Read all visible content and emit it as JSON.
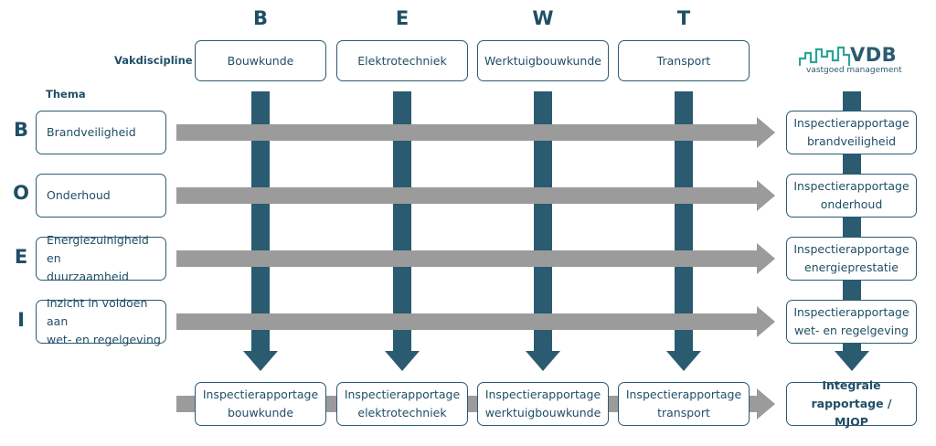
{
  "columns": [
    {
      "letter": "B",
      "discipline": "Bouwkunde",
      "report_line1": "Inspectierapportage",
      "report_line2": "bouwkunde"
    },
    {
      "letter": "E",
      "discipline": "Elektrotechniek",
      "report_line1": "Inspectierapportage",
      "report_line2": "elektrotechniek"
    },
    {
      "letter": "W",
      "discipline": "Werktuigbouwkunde",
      "report_line1": "Inspectierapportage",
      "report_line2": "werktuigbouwkunde"
    },
    {
      "letter": "T",
      "discipline": "Transport",
      "report_line1": "Inspectierapportage",
      "report_line2": "transport"
    }
  ],
  "rows": [
    {
      "letter": "B",
      "theme_line1": "Brandveiligheid",
      "theme_line2": "",
      "report_line1": "Inspectierapportage",
      "report_line2": "brandveiligheid"
    },
    {
      "letter": "O",
      "theme_line1": "Onderhoud",
      "theme_line2": "",
      "report_line1": "Inspectierapportage",
      "report_line2": "onderhoud"
    },
    {
      "letter": "E",
      "theme_line1": "Energiezuinigheid en",
      "theme_line2": "duurzaamheid",
      "report_line1": "Inspectierapportage",
      "report_line2": "energieprestatie"
    },
    {
      "letter": "I",
      "theme_line1": "Inzicht in voldoen aan",
      "theme_line2": "wet- en regelgeving",
      "report_line1": "Inspectierapportage",
      "report_line2": "wet- en regelgeving"
    }
  ],
  "labels": {
    "discipline": "Vakdiscipline",
    "theme": "Thema"
  },
  "final_report": {
    "line1": "Integrale rapportage /",
    "line2": "MJOP"
  },
  "logo": {
    "name": "VDB",
    "tagline": "vastgoed management"
  },
  "colors": {
    "dark_arrow": "#2b5b70",
    "gray_arrow": "#9b9b9b",
    "text": "#1f4e66"
  }
}
